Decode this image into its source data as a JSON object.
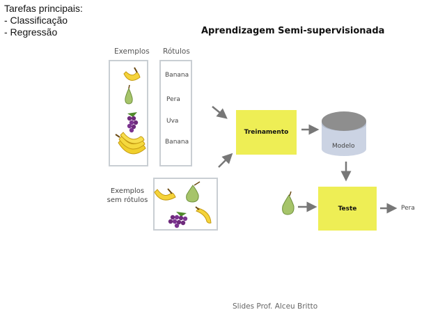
{
  "tasks": {
    "title": "Tarefas principais:",
    "items": [
      "- Classificação",
      "- Regressão"
    ]
  },
  "diagram": {
    "title": "Aprendizagem Semi-supervisionada",
    "examples_header": "Exemplos",
    "labels_header": "Rótulos",
    "labels": [
      "Banana",
      "Pera",
      "Uva",
      "Banana"
    ],
    "unlabeled_label": [
      "Exemplos",
      "sem rótulos"
    ],
    "training_box": "Treinamento",
    "model_label": "Modelo",
    "test_box": "Teste",
    "output_label": "Pera",
    "colors": {
      "box_fill": "#eeee55",
      "cylinder": "#8e8e8e",
      "arrow": "#777777",
      "panel_border": "#c9ced3"
    }
  },
  "footer": "Slides Prof. Alceu Britto"
}
